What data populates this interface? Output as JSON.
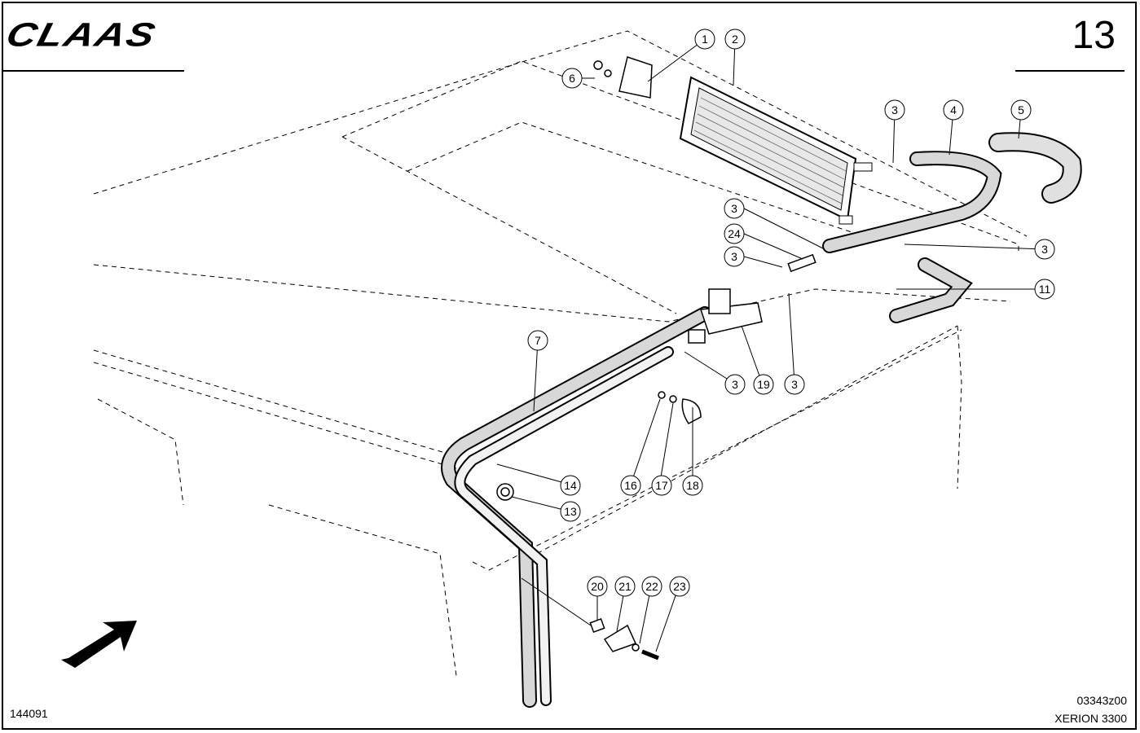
{
  "header": {
    "logo": "CLAAS",
    "page_number": "13"
  },
  "footer": {
    "figure_id": "144091",
    "drawing_code": "03343z00",
    "model": "XERION 3300"
  },
  "callouts": [
    "1",
    "2",
    "3",
    "4",
    "5",
    "6",
    "3",
    "24",
    "3",
    "3",
    "11",
    "7",
    "3",
    "19",
    "3",
    "14",
    "16",
    "17",
    "18",
    "13",
    "20",
    "21",
    "22",
    "23"
  ]
}
